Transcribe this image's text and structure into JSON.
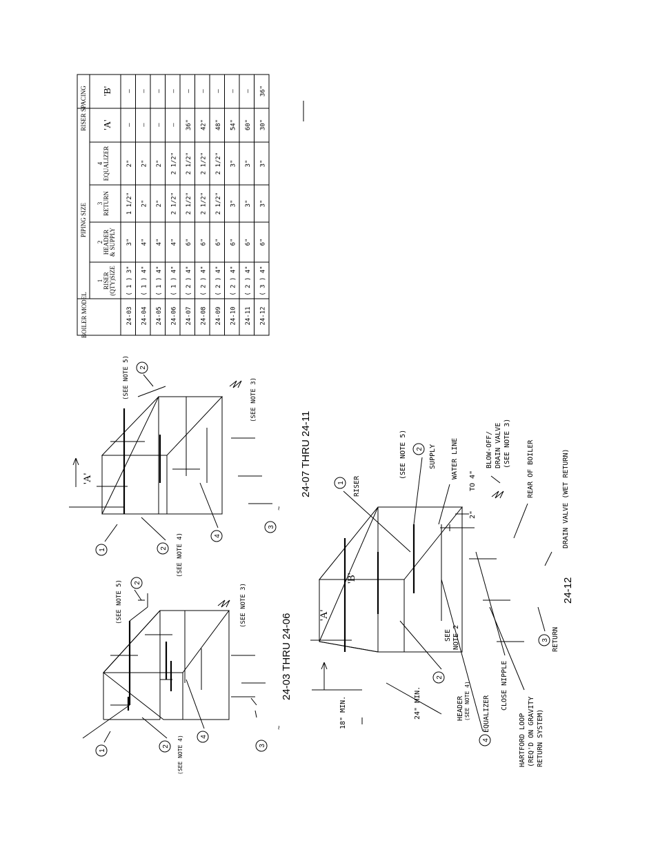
{
  "table": {
    "headers": {
      "model": "BOILER MODEL",
      "piping_size": "PIPING SIZE",
      "riser_spacing": "RISER SPACING",
      "col_riser": [
        "1",
        "RISER",
        "(QTY)SIZE"
      ],
      "col_header": [
        "2",
        "HEADER",
        "& SUPPLY"
      ],
      "col_return": [
        "3",
        "RETURN"
      ],
      "col_equalizer": [
        "4",
        "EQUALIZER"
      ],
      "col_a": "'A'",
      "col_b": "'B'"
    },
    "rows": [
      {
        "model": "24-03",
        "riser": "( 1 ) 3\"",
        "header": "3\"",
        "ret": "1 1/2\"",
        "eq": "2\"",
        "a": "—",
        "b": "—"
      },
      {
        "model": "24-04",
        "riser": "( 1 ) 4\"",
        "header": "4\"",
        "ret": "2\"",
        "eq": "2\"",
        "a": "—",
        "b": "—"
      },
      {
        "model": "24-05",
        "riser": "( 1 ) 4\"",
        "header": "4\"",
        "ret": "2\"",
        "eq": "2\"",
        "a": "—",
        "b": "—"
      },
      {
        "model": "24-06",
        "riser": "( 1 ) 4\"",
        "header": "4\"",
        "ret": "2 1/2\"",
        "eq": "2 1/2\"",
        "a": "—",
        "b": "—"
      },
      {
        "model": "24-07",
        "riser": "( 2 ) 4\"",
        "header": "6\"",
        "ret": "2 1/2\"",
        "eq": "2 1/2\"",
        "a": "36\"",
        "b": "—"
      },
      {
        "model": "24-08",
        "riser": "( 2 ) 4\"",
        "header": "6\"",
        "ret": "2 1/2\"",
        "eq": "2 1/2\"",
        "a": "42\"",
        "b": "—"
      },
      {
        "model": "24-09",
        "riser": "( 2 ) 4\"",
        "header": "6\"",
        "ret": "2 1/2\"",
        "eq": "2 1/2\"",
        "a": "48\"",
        "b": "—"
      },
      {
        "model": "24-10",
        "riser": "( 2 ) 4\"",
        "header": "6\"",
        "ret": "3\"",
        "eq": "3\"",
        "a": "54\"",
        "b": "—"
      },
      {
        "model": "24-11",
        "riser": "( 2 ) 4\"",
        "header": "6\"",
        "ret": "3\"",
        "eq": "3\"",
        "a": "60\"",
        "b": "—"
      },
      {
        "model": "24-12",
        "riser": "( 3 ) 4\"",
        "header": "6\"",
        "ret": "3\"",
        "eq": "3\"",
        "a": "30\"",
        "b": "36\""
      }
    ]
  },
  "diagrams": {
    "d1": {
      "title": "24-03 THRU 24-06",
      "callouts": [
        "1",
        "2",
        "3",
        "4",
        "2"
      ],
      "notes": {
        "see_note_5": "(SEE NOTE 5)",
        "see_note_3": "(SEE NOTE 3)",
        "see_note_4": "(SEE NOTE 4)"
      }
    },
    "d2": {
      "title": "24-07 THRU 24-11",
      "dim_a": "'A'",
      "callouts": [
        "1",
        "2",
        "3",
        "4",
        "2"
      ],
      "notes": {
        "see_note_5": "(SEE NOTE 5)",
        "see_note_3": "(SEE NOTE 3)",
        "see_note_4": "(SEE NOTE 4)"
      }
    },
    "d3": {
      "title": "24-12",
      "dim_a": "'A'",
      "dim_b": "'B'",
      "dim_18": "18\" MIN.",
      "dim_24": "24\" MIN.",
      "dim_2": "2\"",
      "dim_to4": "TO 4\"",
      "callout_riser": {
        "num": "1",
        "label": "RISER"
      },
      "callout_supply": {
        "num": "2",
        "label": "SUPPLY"
      },
      "callout_header": {
        "num": "2",
        "label": "HEADER",
        "sub": "(SEE NOTE 4)"
      },
      "callout_equalizer": {
        "num": "4",
        "label": "EQUALIZER"
      },
      "callout_return": {
        "num": "3",
        "label": "RETURN"
      },
      "see_note_5": "(SEE NOTE 5)",
      "see_note_2a": "SEE",
      "see_note_2b": "NOTE 2",
      "water_line": "WATER LINE",
      "blowoff": [
        "BLOW-OFF/",
        "DRAIN VALVE",
        "(SEE NOTE 3)"
      ],
      "rear": "REAR OF BOILER",
      "drain_wet": "DRAIN VALVE (WET RETURN)",
      "close_nipple": "CLOSE NIPPLE",
      "hartford": [
        "HARTFORD LOOP",
        "(REQ'D ON GRAVITY",
        "RETURN SYSTEM)"
      ]
    }
  }
}
